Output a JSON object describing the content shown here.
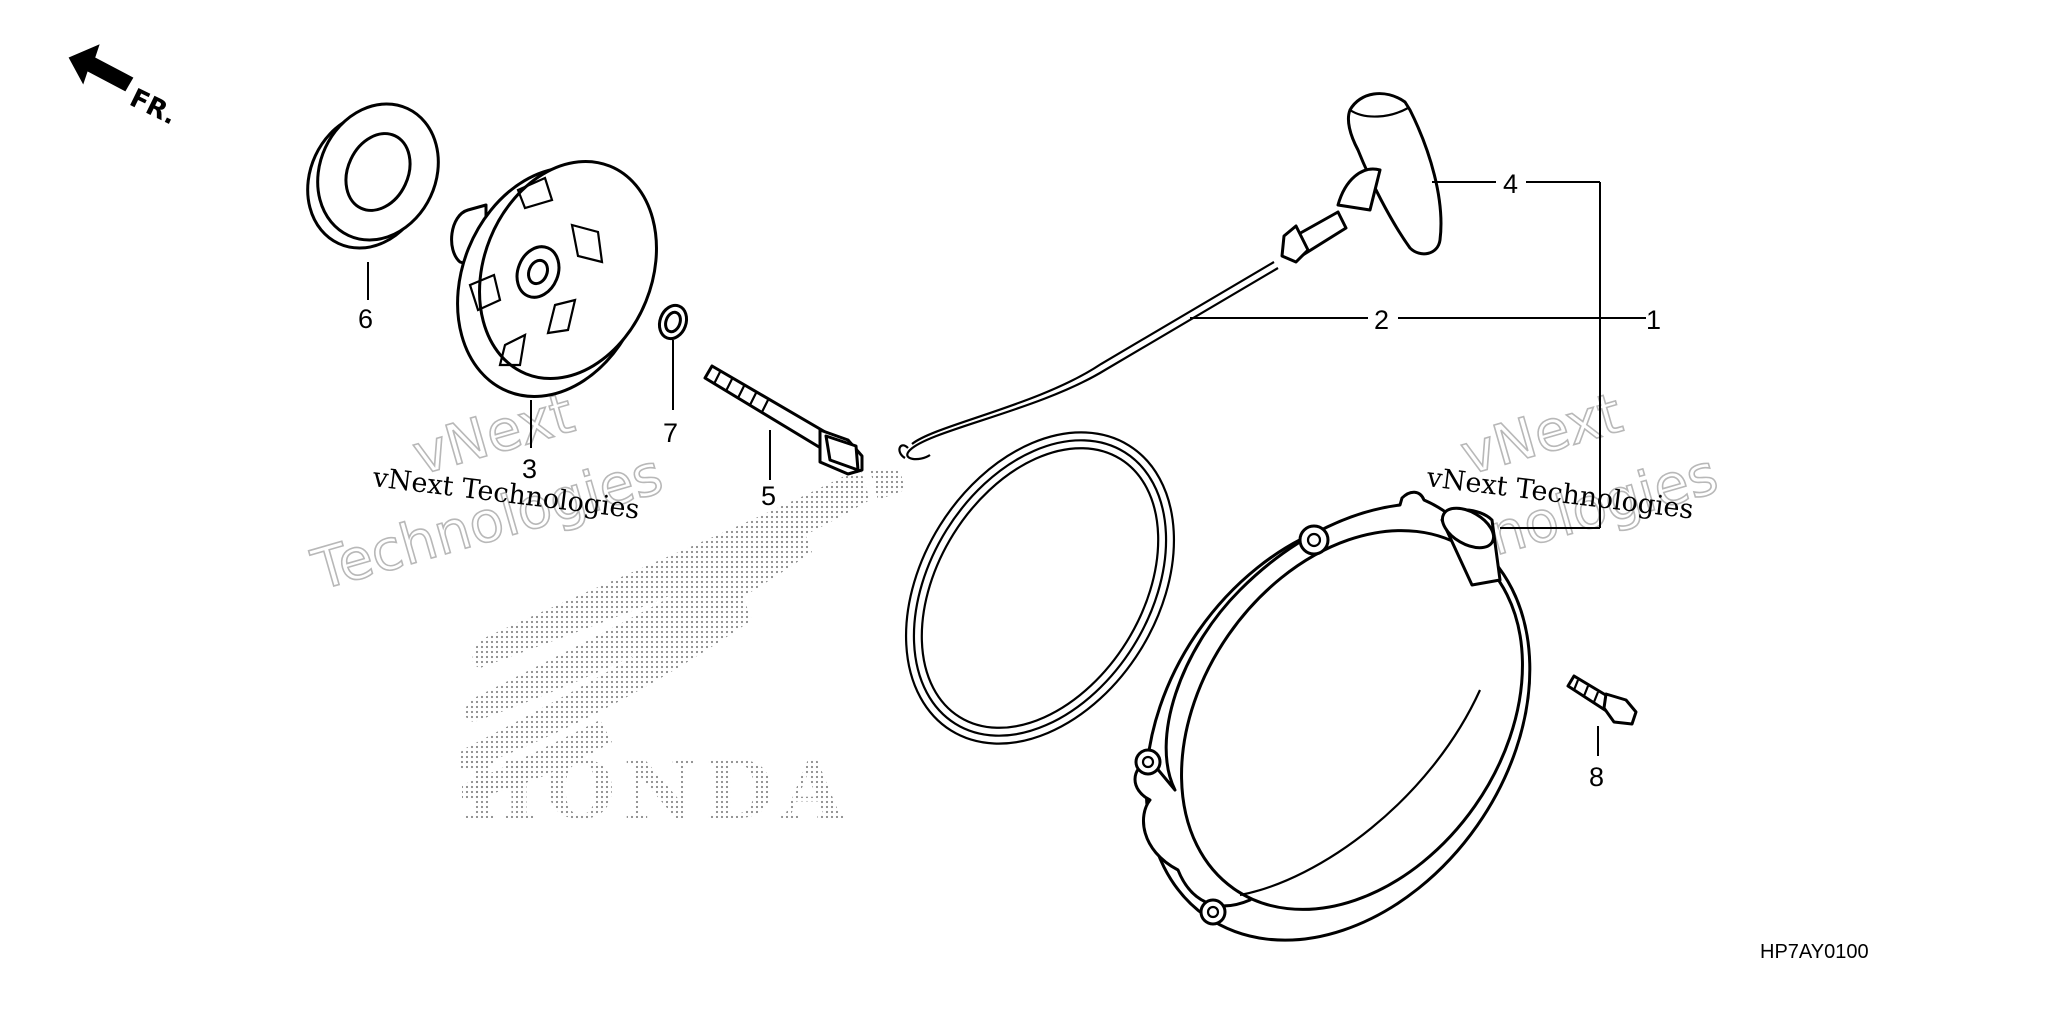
{
  "direction_label": "FR.",
  "diagram_code": "HP7AY0100",
  "watermark": {
    "line1": "vNext Technologies",
    "big_word1": "vNext",
    "big_word2": "Technologies"
  },
  "brand_text": "HONDA",
  "callouts": [
    {
      "id": "1",
      "label": "1"
    },
    {
      "id": "2",
      "label": "2"
    },
    {
      "id": "3",
      "label": "3"
    },
    {
      "id": "4",
      "label": "4"
    },
    {
      "id": "5",
      "label": "5"
    },
    {
      "id": "6",
      "label": "6"
    },
    {
      "id": "7",
      "label": "7"
    },
    {
      "id": "8",
      "label": "8"
    }
  ]
}
